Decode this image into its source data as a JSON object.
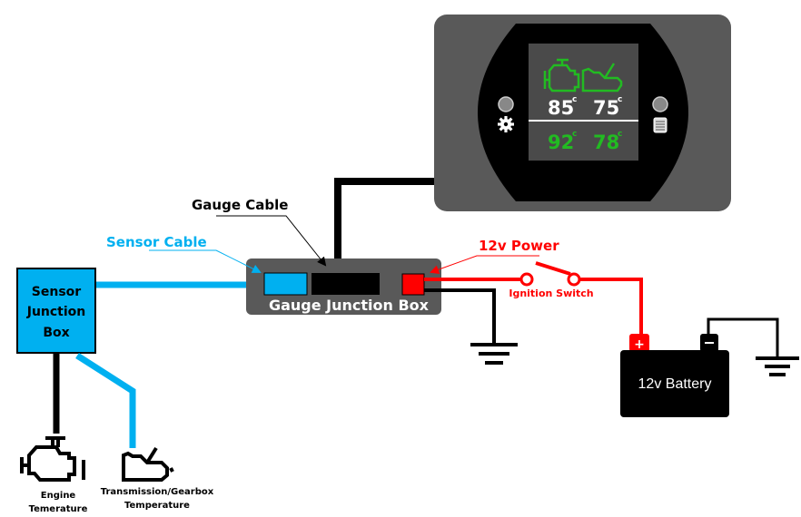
{
  "colors": {
    "sensor_blue": "#00b0f0",
    "power_red": "#ff0000",
    "ground_black": "#000000",
    "gauge_gray": "#595959",
    "display_green": "#22bb22",
    "display_white": "#ffffff"
  },
  "labels": {
    "gauge_cable": "Gauge Cable",
    "sensor_cable": "Sensor Cable",
    "power": "12v Power",
    "ignition_switch": "Ignition Switch",
    "gauge_junction_box": "Gauge Junction Box",
    "sensor_junction_box": [
      "Sensor",
      "Junction",
      "Box"
    ],
    "battery": "12v Battery",
    "battery_pos": "+",
    "battery_neg": "−",
    "engine_caption": [
      "Engine",
      "Temerature"
    ],
    "transmission_caption": [
      "Transmission/Gearbox",
      "Temperature"
    ]
  },
  "gauge_display": {
    "unit": "c",
    "current": [
      "85",
      "75"
    ],
    "max": [
      "92",
      "78"
    ],
    "icons": [
      "engine-icon",
      "transmission-icon"
    ],
    "left_button_icon": "gear-icon",
    "right_button_icon": "list-icon"
  }
}
